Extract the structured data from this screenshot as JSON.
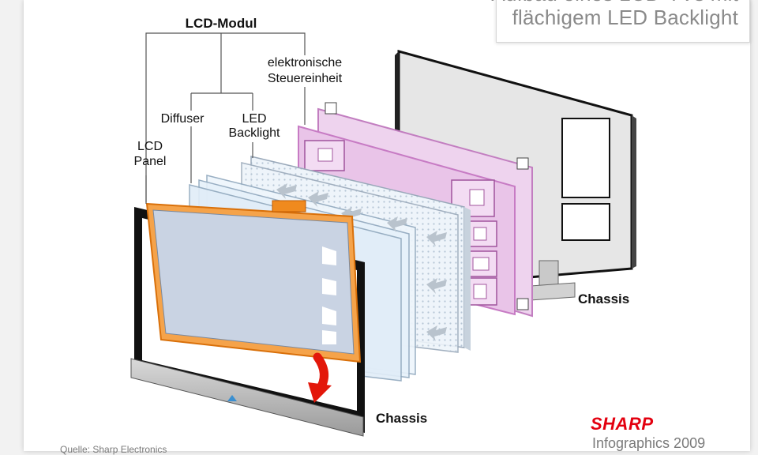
{
  "header": {
    "title_line1": "Aufbau eines LCD-TVs mit",
    "title_line2": "flächigem LED Backlight"
  },
  "labels": {
    "lcd_modul": "LCD-Modul",
    "steuereinheit_1": "elektronische",
    "steuereinheit_2": "Steuereinheit",
    "diffuser": "Diffuser",
    "led_1": "LED",
    "led_2": "Backlight",
    "lcd_panel_1": "LCD",
    "lcd_panel_2": "Panel",
    "chassis_back": "Chassis",
    "chassis_front": "Chassis"
  },
  "footer": {
    "source": "Quelle: Sharp Electronics",
    "brand": "SHARP",
    "brand_sub": "Infographics 2009"
  },
  "colors": {
    "panel_orange": "#f08a1e",
    "board_pink": "#e9c4e8",
    "board_edge": "#c77bc4",
    "diffuser_blue": "#e6f1fa",
    "lcd_screen": "#c9d3e3",
    "arrow_red": "#e3170a",
    "brand_red": "#e3000f"
  }
}
